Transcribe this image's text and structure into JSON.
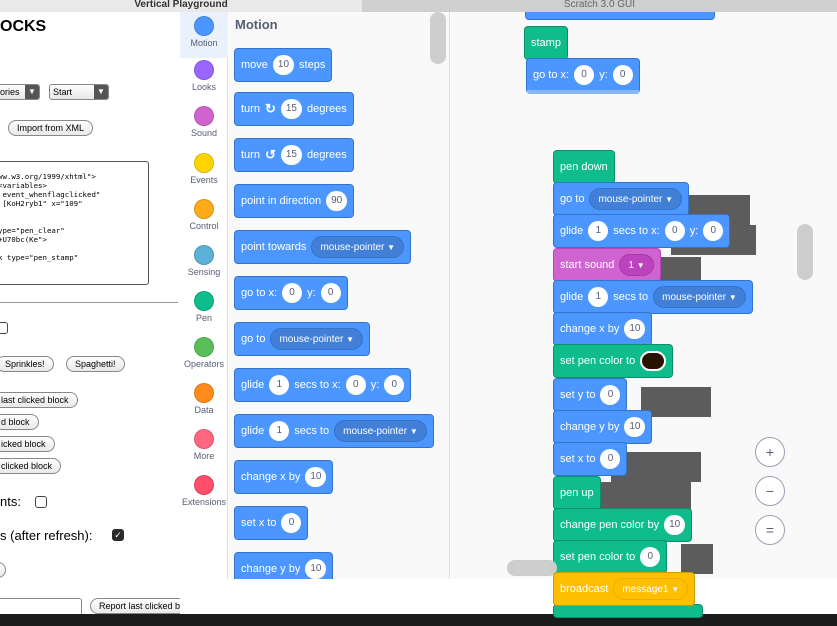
{
  "tabs": {
    "left": "Vertical Playground",
    "right": "Scratch 3.0 GUI"
  },
  "left_panel": {
    "title": "OCKS",
    "select_categories": "ories",
    "select_start": "Start",
    "import_button": "Import from XML",
    "xml_text": "ww.w3.org/1999/xhtml\">\n<variables>\n event_whenflagclicked\"\n [KoH2ryb1\" x=\"109\"\n\n\nype=\"pen_clear\"\n+U70bc(Ke\">\n\nk type=\"pen_stamp\"",
    "sprinkles_button": "Sprinkles!",
    "spaghetti_button": "Spaghetti!",
    "clicked_buttons": [
      "last clicked block",
      "d block",
      "icked block",
      "clicked block"
    ],
    "option_1_label": "nts:",
    "option_2_label": "s (after refresh):",
    "option_2_check": "✓",
    "report_button": "Report last clicked block"
  },
  "categories": [
    {
      "label": "Motion",
      "color": "#4c97ff"
    },
    {
      "label": "Looks",
      "color": "#9966ff"
    },
    {
      "label": "Sound",
      "color": "#cf63cf"
    },
    {
      "label": "Events",
      "color": "#ffd500"
    },
    {
      "label": "Control",
      "color": "#ffab19"
    },
    {
      "label": "Sensing",
      "color": "#5cb1d6"
    },
    {
      "label": "Pen",
      "color": "#0fbd8c"
    },
    {
      "label": "Operators",
      "color": "#59c059"
    },
    {
      "label": "Data",
      "color": "#ff8c1a"
    },
    {
      "label": "More",
      "color": "#ff6680"
    },
    {
      "label": "Extensions",
      "color": "#ff4d6a"
    }
  ],
  "flyout": {
    "title": "Motion",
    "move": {
      "a": "move",
      "v": "10",
      "b": "steps"
    },
    "turn_right": {
      "a": "turn",
      "icon": "↻",
      "v": "15",
      "b": "degrees"
    },
    "turn_left": {
      "a": "turn",
      "icon": "↺",
      "v": "15",
      "b": "degrees"
    },
    "point_dir": {
      "a": "point in direction",
      "v": "90"
    },
    "point_towards": {
      "a": "point towards",
      "d": "mouse-pointer"
    },
    "goto_xy": {
      "a": "go to x:",
      "x": "0",
      "b": "y:",
      "y": "0"
    },
    "goto": {
      "a": "go to",
      "d": "mouse-pointer"
    },
    "glide_xy": {
      "a": "glide",
      "v": "1",
      "b": "secs to x:",
      "x": "0",
      "c": "y:",
      "y": "0"
    },
    "glide_to": {
      "a": "glide",
      "v": "1",
      "b": "secs to",
      "d": "mouse-pointer"
    },
    "change_x": {
      "a": "change x by",
      "v": "10"
    },
    "set_x": {
      "a": "set x to",
      "v": "0"
    },
    "change_y": {
      "a": "change y by",
      "v": "10"
    }
  },
  "workspace": {
    "stamp": "stamp",
    "goto_xy": {
      "a": "go to x:",
      "x": "0",
      "b": "y:",
      "y": "0"
    },
    "pen_down": "pen down",
    "goto": {
      "a": "go to",
      "d": "mouse-pointer"
    },
    "glide_xy": {
      "a": "glide",
      "v": "1",
      "b": "secs to x:",
      "x": "0",
      "c": "y:",
      "y": "0"
    },
    "start_sound": {
      "a": "start sound",
      "d": "1"
    },
    "glide_to": {
      "a": "glide",
      "v": "1",
      "b": "secs to",
      "d": "mouse-pointer"
    },
    "change_x": {
      "a": "change x by",
      "v": "10"
    },
    "set_pen_color": "set pen color to",
    "set_y": {
      "a": "set y to",
      "v": "0"
    },
    "change_y": {
      "a": "change y by",
      "v": "10"
    },
    "set_x": {
      "a": "set x to",
      "v": "0"
    },
    "pen_up": "pen up",
    "change_pen_color": {
      "a": "change pen color by",
      "v": "10"
    },
    "set_pen_color_num": {
      "a": "set pen color to",
      "v": "0"
    },
    "broadcast": {
      "a": "broadcast",
      "d": "message1"
    },
    "zoom_in": "+",
    "zoom_out": "−",
    "zoom_reset": "="
  },
  "colors": {
    "motion": "#4c97ff",
    "looks": "#9966ff",
    "sound": "#cf63cf",
    "events": "#ffbf00",
    "pen": "#0fbd8c",
    "pen_swatch": "#2a1200"
  }
}
